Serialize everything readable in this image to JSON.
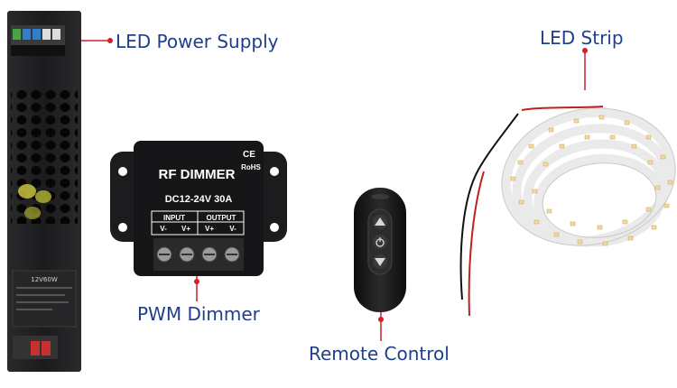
{
  "labels": {
    "power_supply": "LED Power Supply",
    "led_strip": "LED Strip",
    "pwm_dimmer": "PWM Dimmer",
    "remote_control": "Remote Control"
  },
  "dimmer": {
    "title": "RF DIMMER",
    "rating": "DC12-24V 30A",
    "ce_mark": "CE",
    "rohs_mark": "RoHS",
    "input_label": "INPUT",
    "output_label": "OUTPUT",
    "terminals": [
      "V-",
      "V+",
      "V+",
      "V-"
    ]
  },
  "power_supply": {
    "model": "12V60W"
  },
  "colors": {
    "label_text": "#1f3f8a",
    "pointer": "#d0202a",
    "device_body": "#1c1c1e"
  }
}
